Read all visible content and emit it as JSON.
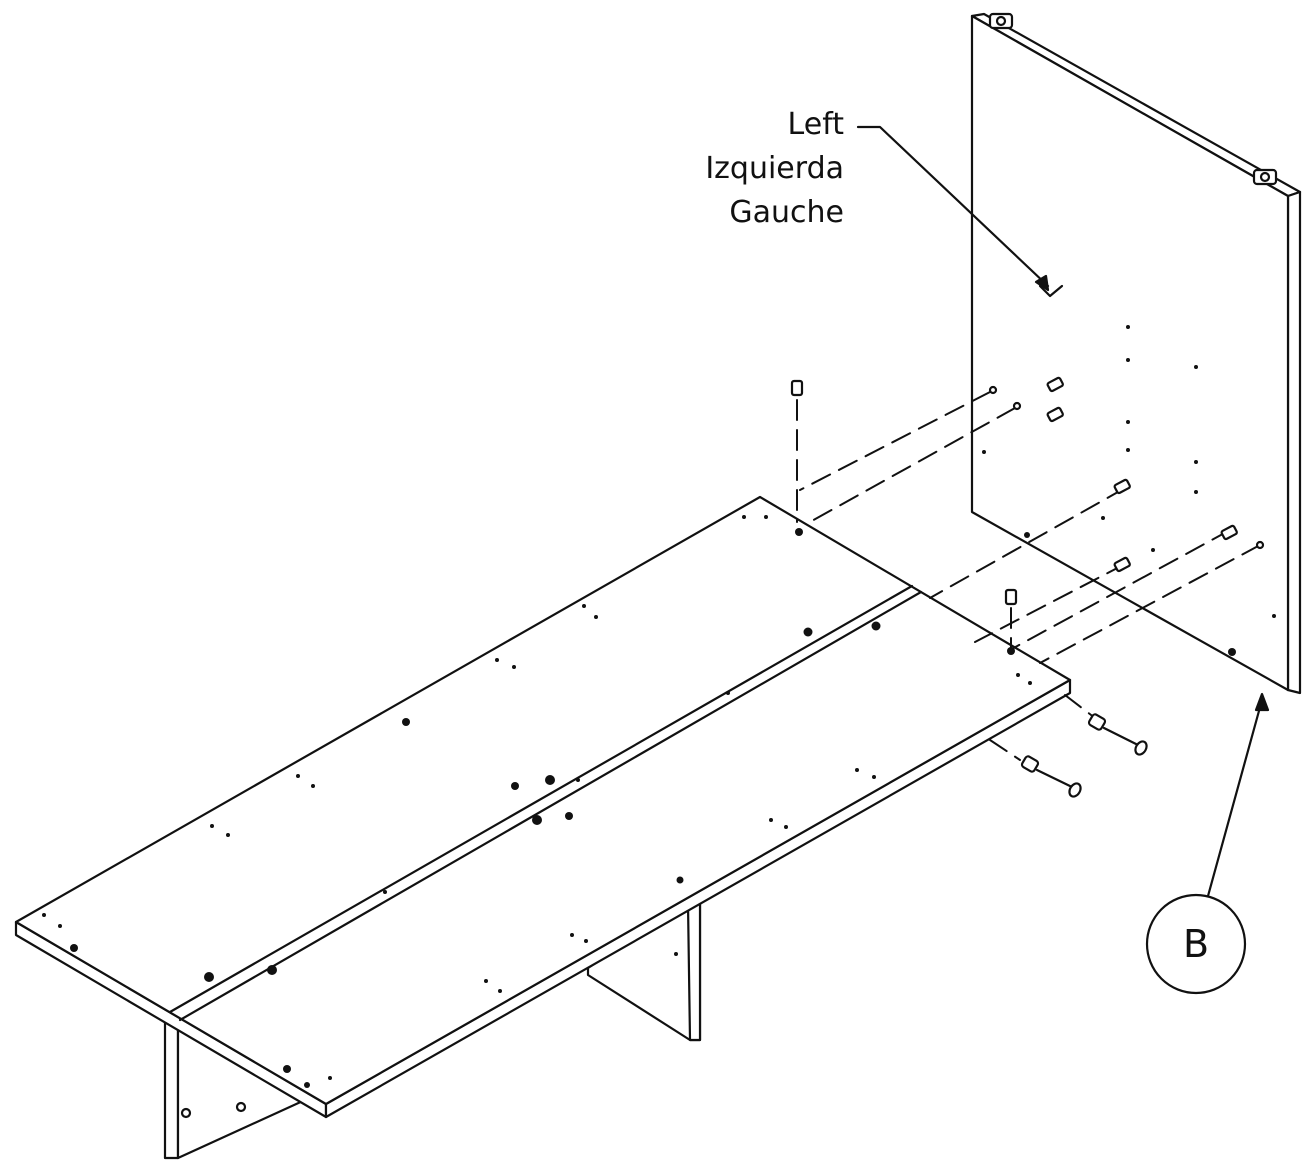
{
  "labels": {
    "side_en": "Left",
    "side_es": "Izquierda",
    "side_fr": "Gauche",
    "part_callout": "B"
  },
  "colors": {
    "stroke": "#111111",
    "fill": "#ffffff"
  }
}
